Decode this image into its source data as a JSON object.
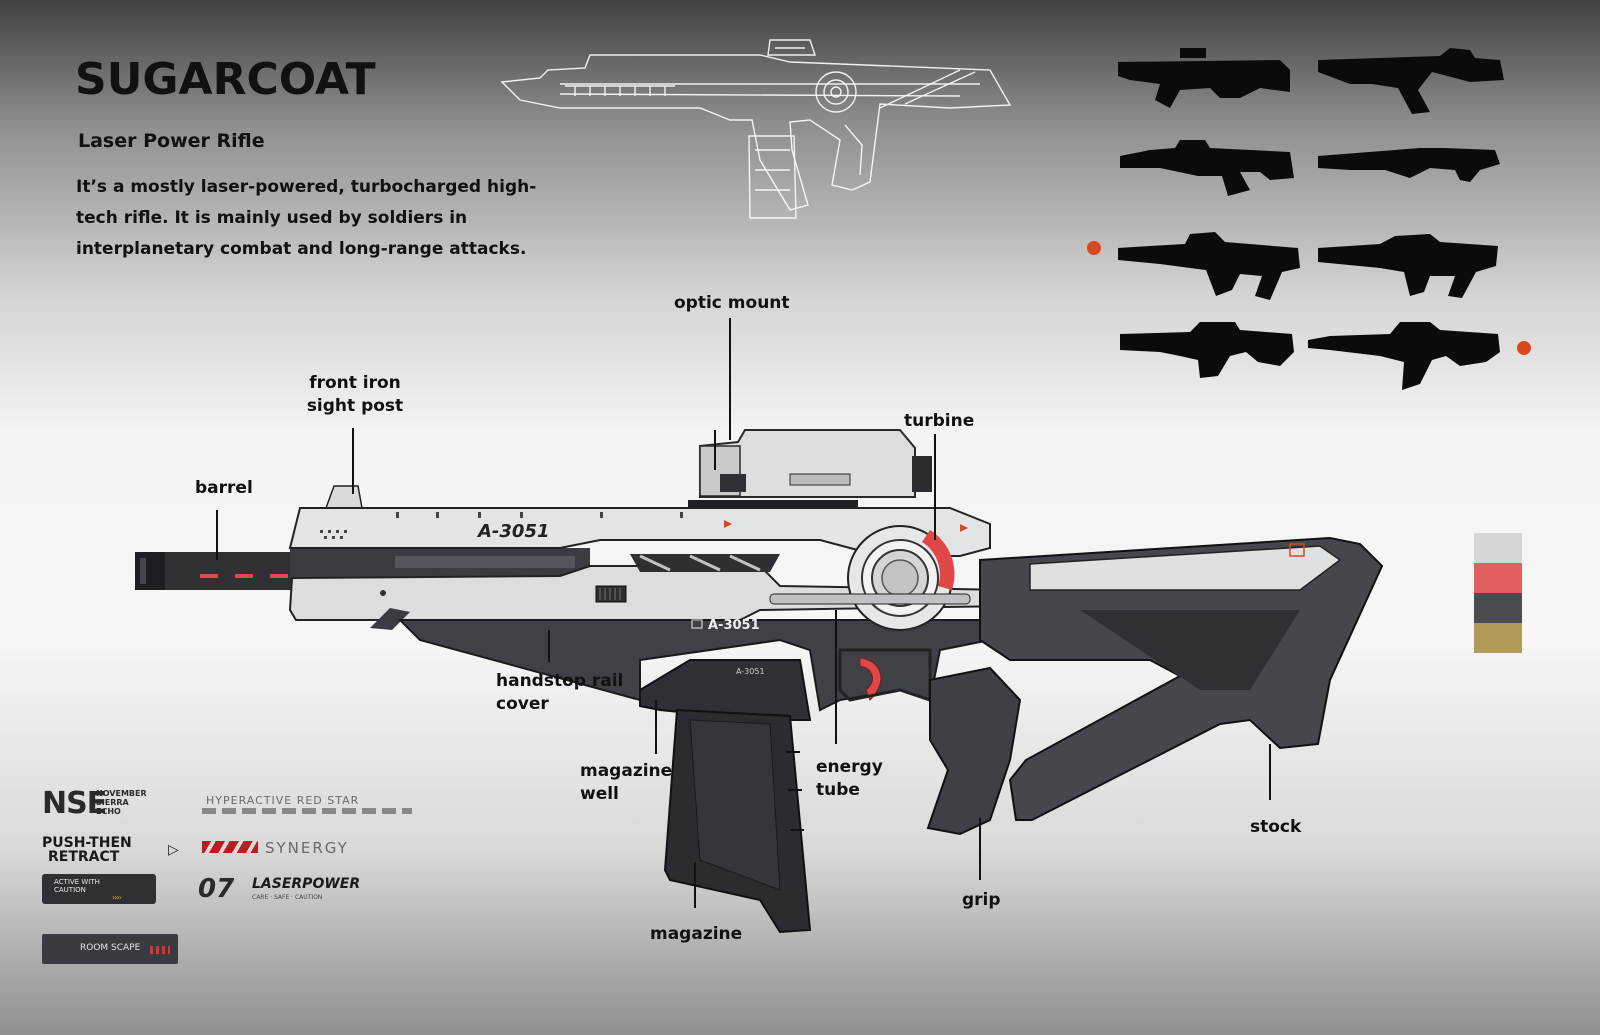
{
  "header": {
    "title": "SUGARCOAT",
    "subtitle": "Laser Power Rifle",
    "description": "It’s a mostly laser-powered, turbocharged high-tech rifle. It is mainly used by soldiers in interplanetary combat and long-range attacks."
  },
  "callouts": {
    "optic_mount": "optic mount",
    "front_iron_sight_post": "front iron sight post",
    "barrel": "barrel",
    "turbine": "turbine",
    "handstop_rail_cover": "handstop rail cover",
    "magazine_well": "magazine well",
    "energy_tube": "energy tube",
    "stock": "stock",
    "grip": "grip",
    "magazine": "magazine"
  },
  "rifle_markings": {
    "upper_serial": "A-3051",
    "lower_serial": "A-3051",
    "mag_serial": "A-3051"
  },
  "palette": {
    "light": "#d4d6d7",
    "red": "#e06060",
    "dark": "#4a4c52",
    "gold": "#b39a58"
  },
  "accent_color": "#d9491f",
  "logos": {
    "nse_big": "NSE",
    "nse_small": [
      "NOVEMBER",
      "SIERRA",
      "ECHO"
    ],
    "hyperactive": "HYPERACTIVE RED STAR",
    "push_retract": [
      "PUSH-THEN",
      "RETRACT"
    ],
    "synergy": "SYNERGY",
    "caution_lines": [
      "ACTIVE WITH",
      "CAUTION"
    ],
    "laserpower_number": "07",
    "laserpower": "LASERPOWER",
    "laserpower_sub": "CARE · SAFE · CAUTION",
    "roomscape": "ROOM SCAPE"
  }
}
